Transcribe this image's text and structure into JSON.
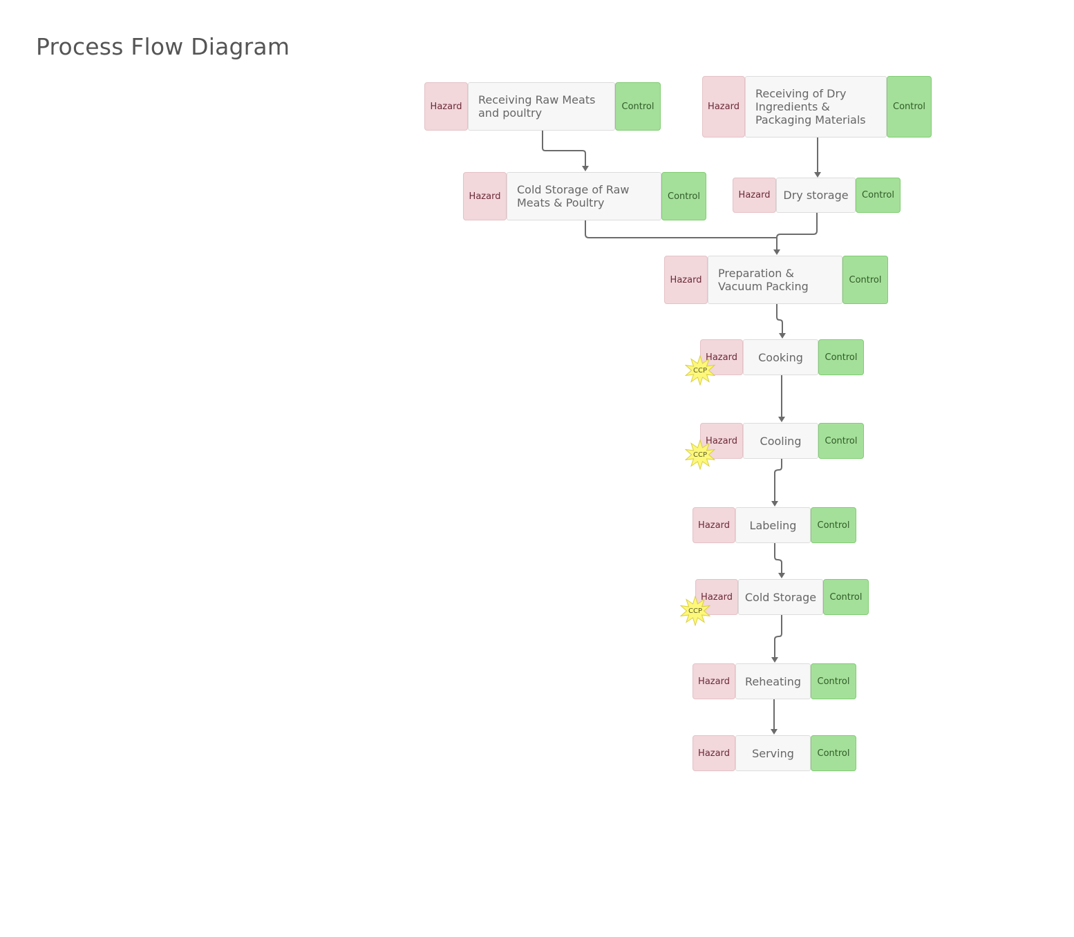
{
  "title": "Process Flow Diagram",
  "labels": {
    "hazard": "Hazard",
    "control": "Control",
    "ccp": "CCP"
  },
  "colors": {
    "hazard_fill": "#f2d7db",
    "process_fill": "#f7f7f7",
    "control_fill": "#a5e09a",
    "ccp_fill": "#fdf77a",
    "connector": "#6b6b6b"
  },
  "steps": [
    {
      "id": "receiving_raw",
      "label": "Receiving Raw Meats and poultry",
      "ccp": false
    },
    {
      "id": "receiving_dry",
      "label": "Receiving of Dry Ingredients & Packaging Materials",
      "ccp": false
    },
    {
      "id": "cold_storage_raw",
      "label": "Cold Storage of Raw Meats & Poultry",
      "ccp": false
    },
    {
      "id": "dry_storage",
      "label": "Dry storage",
      "ccp": false
    },
    {
      "id": "prep_vacuum",
      "label": "Preparation & Vacuum Packing",
      "ccp": false
    },
    {
      "id": "cooking",
      "label": "Cooking",
      "ccp": true
    },
    {
      "id": "cooling",
      "label": "Cooling",
      "ccp": true
    },
    {
      "id": "labeling",
      "label": "Labeling",
      "ccp": false
    },
    {
      "id": "cold_storage",
      "label": "Cold Storage",
      "ccp": true
    },
    {
      "id": "reheating",
      "label": "Reheating",
      "ccp": false
    },
    {
      "id": "serving",
      "label": "Serving",
      "ccp": false
    }
  ],
  "flows": [
    {
      "from": "receiving_raw",
      "to": "cold_storage_raw"
    },
    {
      "from": "receiving_dry",
      "to": "dry_storage"
    },
    {
      "from": "cold_storage_raw",
      "to": "prep_vacuum"
    },
    {
      "from": "dry_storage",
      "to": "prep_vacuum"
    },
    {
      "from": "prep_vacuum",
      "to": "cooking"
    },
    {
      "from": "cooking",
      "to": "cooling"
    },
    {
      "from": "cooling",
      "to": "labeling"
    },
    {
      "from": "labeling",
      "to": "cold_storage"
    },
    {
      "from": "cold_storage",
      "to": "reheating"
    },
    {
      "from": "reheating",
      "to": "serving"
    }
  ]
}
